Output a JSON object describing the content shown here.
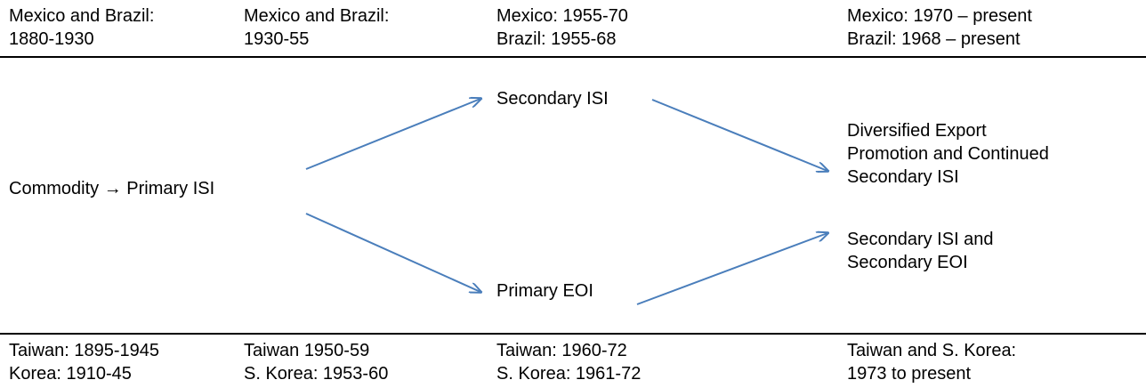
{
  "top_row": {
    "col1": {
      "line1": "Mexico and Brazil:",
      "line2": "1880-1930"
    },
    "col2": {
      "line1": "Mexico and Brazil:",
      "line2": "1930-55"
    },
    "col3": {
      "line1": "Mexico: 1955-70",
      "line2": "Brazil: 1955-68"
    },
    "col4": {
      "line1": "Mexico: 1970 – present",
      "line2": "Brazil: 1968 – present"
    }
  },
  "nodes": {
    "commodity": "Commodity → Primary ISI",
    "secondary_isi": "Secondary ISI",
    "primary_eoi": "Primary EOI",
    "diversified": {
      "line1": "Diversified Export",
      "line2": "Promotion and Continued",
      "line3": "Secondary ISI"
    },
    "secondary_isi_eoi": {
      "line1": "Secondary ISI and",
      "line2": "Secondary EOI"
    }
  },
  "bottom_row": {
    "col1": {
      "line1": "Taiwan: 1895-1945",
      "line2": "Korea: 1910-45"
    },
    "col2": {
      "line1": "Taiwan 1950-59",
      "line2": "S. Korea: 1953-60"
    },
    "col3": {
      "line1": "Taiwan: 1960-72",
      "line2": "S. Korea: 1961-72"
    },
    "col4": {
      "line1": "Taiwan and S. Korea:",
      "line2": "1973 to present"
    }
  },
  "colors": {
    "arrow": "#4a7ebb",
    "rule": "#000000",
    "text": "#000000"
  }
}
